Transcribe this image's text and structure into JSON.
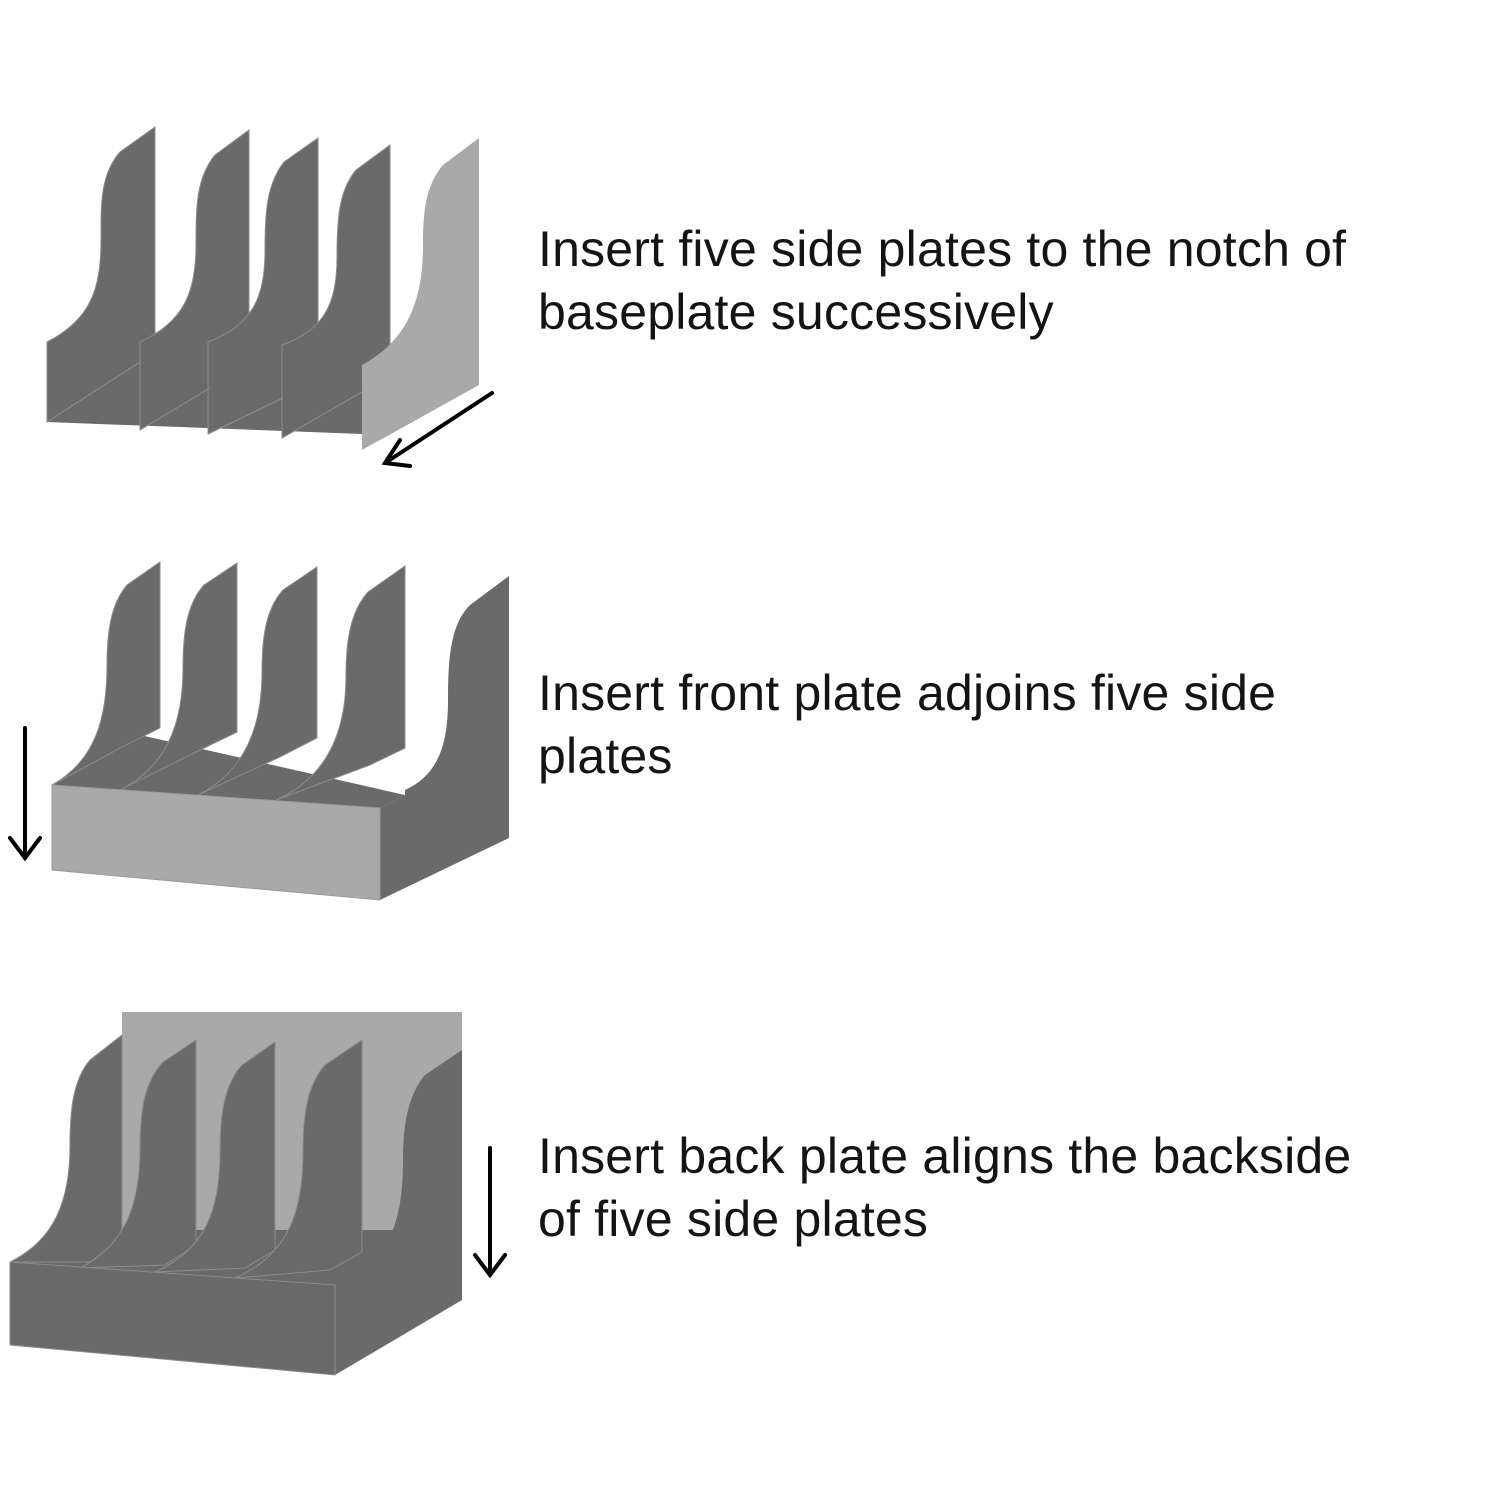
{
  "steps": [
    {
      "id": "step-1",
      "lines": [
        "Insert five side plates to the notch of",
        "baseplate successively"
      ]
    },
    {
      "id": "step-2",
      "lines": [
        "Insert front plate adjoins five side",
        "plates"
      ]
    },
    {
      "id": "step-3",
      "lines": [
        "Insert back plate aligns the backside",
        "of five side plates"
      ]
    }
  ],
  "colors": {
    "dark_plate": "#6a6a6a",
    "light_plate": "#a9a9a9",
    "edge": "#8c8c8c",
    "arrow": "#000000",
    "text": "#141414",
    "background": "#ffffff"
  },
  "icons": [
    "arrow-down-left-icon",
    "arrow-down-icon",
    "arrow-down-icon"
  ]
}
